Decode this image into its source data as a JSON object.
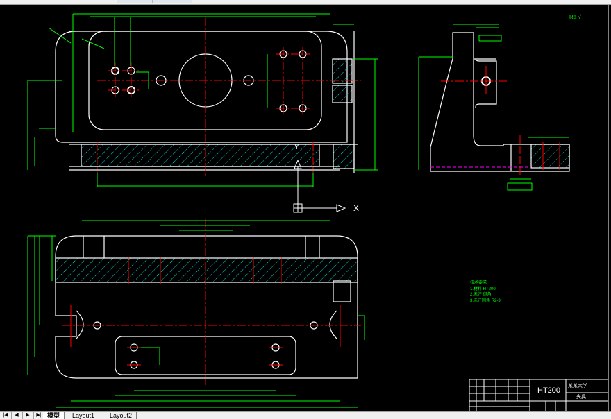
{
  "app": {
    "type": "CAD drawing editor",
    "model_space_background": "#000000"
  },
  "colors": {
    "outline": "#ffffff",
    "dimension": "#00ff00",
    "centerline": "#ff0000",
    "hatch": "#00ffff",
    "hidden": "#ff00ff"
  },
  "drawing": {
    "ucs_icon": {
      "x_label": "X",
      "y_label": "Y"
    },
    "roughness_symbol": "√",
    "roughness_label": "Ra",
    "technical_requirements": {
      "title": "技术要求",
      "items": [
        "1.材料 HT200;",
        "2.未注 倒角;",
        "3.未注圆角 R2-3."
      ]
    },
    "title_block": {
      "material": "HT200",
      "school": "某某大学",
      "part_name": "夹具"
    }
  },
  "layout_tabs": {
    "nav_buttons": [
      "|◀",
      "◀",
      "▶",
      "▶|"
    ],
    "tabs": [
      {
        "label": "模型",
        "active": true
      },
      {
        "label": "Layout1",
        "active": false
      },
      {
        "label": "Layout2",
        "active": false
      }
    ]
  }
}
